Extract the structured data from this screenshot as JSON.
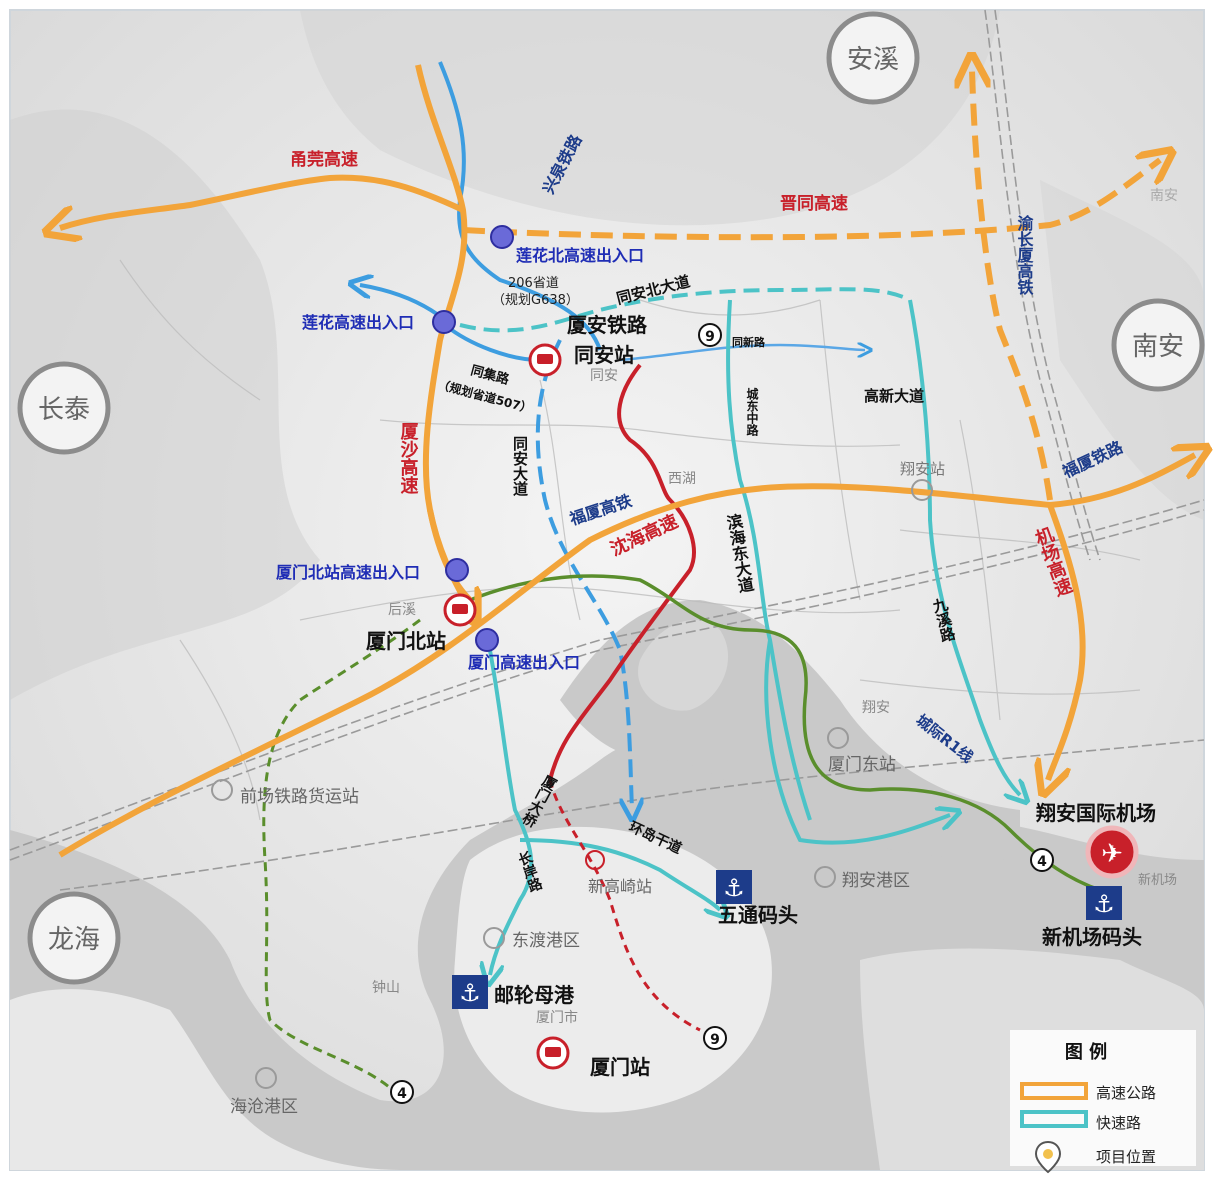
{
  "colors": {
    "expressway": "#f2a43a",
    "fast_road": "#4cc3c7",
    "red_road": "#c8202a",
    "green_line": "#5a8e2c",
    "blue_road": "#3d9de0",
    "marker": "#1f2db5",
    "port_badge": "#1d3c8a"
  },
  "cities": {
    "anxi": "安溪",
    "nanan": "南安",
    "changtai": "长泰",
    "longhai": "龙海"
  },
  "expressways": {
    "yongguan": "甬莞高速",
    "jintong": "晋同高速",
    "xiasha": "厦沙高速",
    "shenhai": "沈海高速",
    "airport": "机场高速"
  },
  "railways": {
    "xingquan": "兴泉铁路",
    "yuchangxia": "渝长厦高铁",
    "fusha": "福厦铁路",
    "xiaan": "厦安铁路",
    "fuxia_hsr": "福厦高铁",
    "chengji_r1": "城际R1线"
  },
  "roads": {
    "s206": "206省道",
    "s206_plan": "（规划G638）",
    "tongan_north": "同安北大道",
    "tongxin": "同新路",
    "gaoxin": "高新大道",
    "chengdong": "城东中路",
    "tongyin": "同集路",
    "tongyin_plan": "（规划省道507）",
    "tongan_ave": "同安大道",
    "binhai_east": "滨海东大道",
    "jiuxi": "九溪路",
    "xiaren": "厦门大桥",
    "huandao": "环岛干道",
    "changan": "长岸路"
  },
  "exits": {
    "lianhua_north": "莲花北高速出入口",
    "lianhua": "莲花高速出入口",
    "xiamen_north": "厦门北站高速出入口",
    "xiamen": "厦门高速出入口"
  },
  "stations": {
    "tongan": "同安站",
    "xiamen_north": "厦门北站",
    "xiamen": "厦门站",
    "xiamen_east": "厦门东站",
    "xingaoqi": "新高崎站",
    "xiangan": "翔安站",
    "qianchang": "前场铁路货运站"
  },
  "ports": {
    "wutong": "五通码头",
    "youlun": "邮轮母港",
    "new_airport": "新机场码头",
    "dongdu": "东渡港区",
    "haicang": "海沧港区",
    "xiangan": "翔安港区"
  },
  "airport": "翔安国际机场",
  "line_numbers": {
    "nine": "9",
    "four": "4"
  },
  "base_labels": {
    "tongan_town": "同安",
    "xihu": "西湖",
    "xiangan_town": "翔安",
    "houxi": "后溪",
    "zhongshan": "钟山",
    "xiamenshi": "厦门市",
    "nanan_small": "南安",
    "xinjichang": "新机场"
  },
  "legend": {
    "title": "图 例",
    "items": [
      {
        "label": "高速公路",
        "color": "#f2a43a"
      },
      {
        "label": "快速路",
        "color": "#4cc3c7"
      },
      {
        "label": "项目位置",
        "color": "#f2c14e"
      }
    ]
  }
}
